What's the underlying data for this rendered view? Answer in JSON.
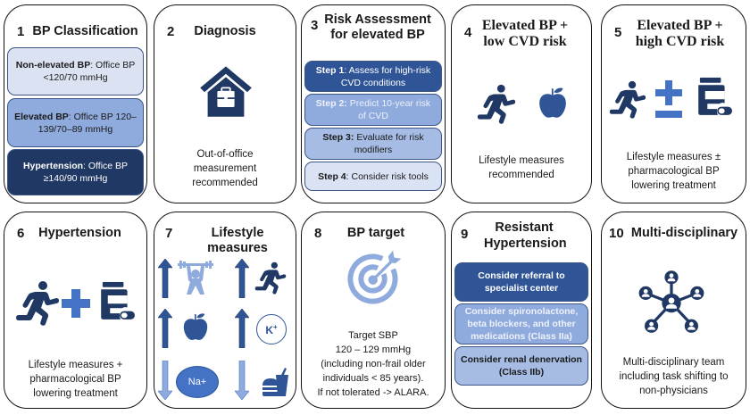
{
  "colors": {
    "navy": "#203864",
    "royal": "#2f5597",
    "medium": "#4472c4",
    "light": "#8faadc",
    "pale": "#dae3f3"
  },
  "panels": [
    {
      "number": "1",
      "title": "BP Classification",
      "boxes": [
        {
          "bold": "Non-elevated BP",
          "text": ": Office BP <120/70 mmHg"
        },
        {
          "bold": "Elevated BP",
          "text": ": Office BP 120–139/70–89 mmHg"
        },
        {
          "bold": "Hypertension",
          "text": ": Office BP ≥140/90 mmHg"
        }
      ]
    },
    {
      "number": "2",
      "title": "Diagnosis",
      "icon": "house-briefcase-icon",
      "caption": "Out-of-office measurement recommended"
    },
    {
      "number": "3",
      "title": "Risk Assessment for elevated BP",
      "boxes": [
        {
          "bold": "Step 1",
          "text": ": Assess for high-risk CVD conditions"
        },
        {
          "bold": "Step 2:",
          "text": " Predict 10-year risk of CVD"
        },
        {
          "bold": "Step 3:",
          "text": " Evaluate for risk modifiers"
        },
        {
          "bold": "Step 4",
          "text": ": Consider risk tools"
        }
      ]
    },
    {
      "number": "4",
      "title": "Elevated BP + low CVD risk",
      "icons": [
        "running-person-icon",
        "apple-icon"
      ],
      "caption": "Lifestyle measures recommended"
    },
    {
      "number": "5",
      "title": "Elevated BP + high CVD risk",
      "icons": [
        "running-person-icon",
        "plus-minus-icon",
        "pill-bottle-icon"
      ],
      "caption": "Lifestyle measures ± pharmacological BP lowering treatment"
    },
    {
      "number": "6",
      "title": "Hypertension",
      "icons": [
        "running-person-icon",
        "plus-icon",
        "pill-bottle-icon"
      ],
      "caption": "Lifestyle measures + pharmacological BP lowering treatment"
    },
    {
      "number": "7",
      "title": "Lifestyle measures",
      "items": [
        {
          "direction": "up",
          "icon": "weightlifting-icon"
        },
        {
          "direction": "up",
          "icon": "running-person-icon"
        },
        {
          "direction": "up",
          "icon": "apple-icon"
        },
        {
          "direction": "up",
          "icon": "potassium-icon",
          "label": "K+"
        },
        {
          "direction": "down",
          "icon": "sodium-icon",
          "label": "Na+"
        },
        {
          "direction": "down",
          "icon": "fast-food-icon"
        }
      ]
    },
    {
      "number": "8",
      "title": "BP target",
      "icon": "target-icon",
      "caption_lines": [
        "Target SBP",
        "120 – 129 mmHg",
        "(including non-frail older",
        "individuals < 85 years).",
        "If not tolerated -> ALARA."
      ]
    },
    {
      "number": "9",
      "title": "Resistant Hypertension",
      "boxes": [
        {
          "text": "Consider referral to specialist center"
        },
        {
          "text": "Consider spironolactone, beta blockers, and other medications (Class IIa)"
        },
        {
          "text": "Consider renal denervation (Class IIb)"
        }
      ]
    },
    {
      "number": "10",
      "title": "Multi-disciplinary",
      "icon": "team-network-icon",
      "caption": "Multi-disciplinary team including task shifting to non-physicians"
    }
  ]
}
